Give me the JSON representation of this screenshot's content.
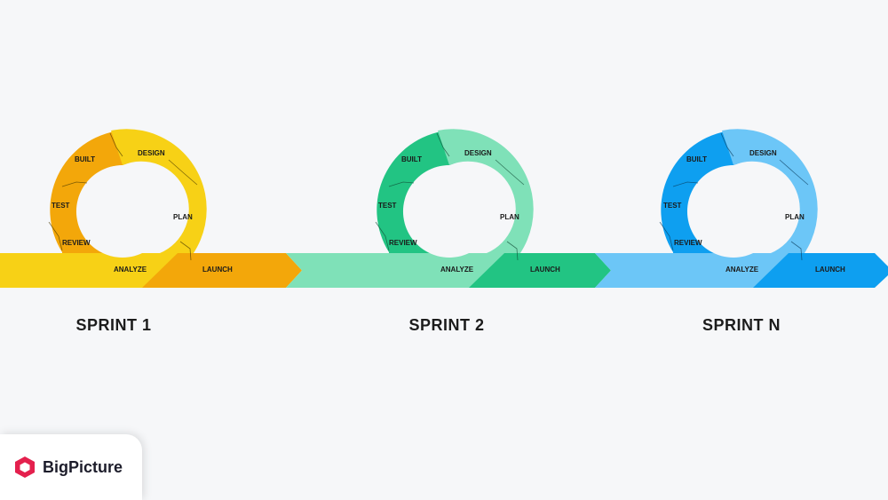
{
  "colors": {
    "background": "#f6f7f9",
    "sprint_1": {
      "light": "#f7d116",
      "dark": "#f3a70a"
    },
    "sprint_2": {
      "light": "#7fe1b8",
      "dark": "#22c483"
    },
    "sprint_n": {
      "light": "#6cc6f7",
      "dark": "#0e9ff0"
    },
    "logo_accent": "#e4204d"
  },
  "stage_labels": {
    "design": "DESIGN",
    "plan": "PLAN",
    "analyze": "ANALYZE",
    "review": "REVIEW",
    "test": "TEST",
    "built": "BUILT",
    "launch": "LAUNCH"
  },
  "sprints": [
    {
      "title": "SPRINT 1"
    },
    {
      "title": "SPRINT 2"
    },
    {
      "title": "SPRINT N"
    }
  ],
  "brand": {
    "name": "BigPicture",
    "icon": "hexagon-logo-icon"
  }
}
